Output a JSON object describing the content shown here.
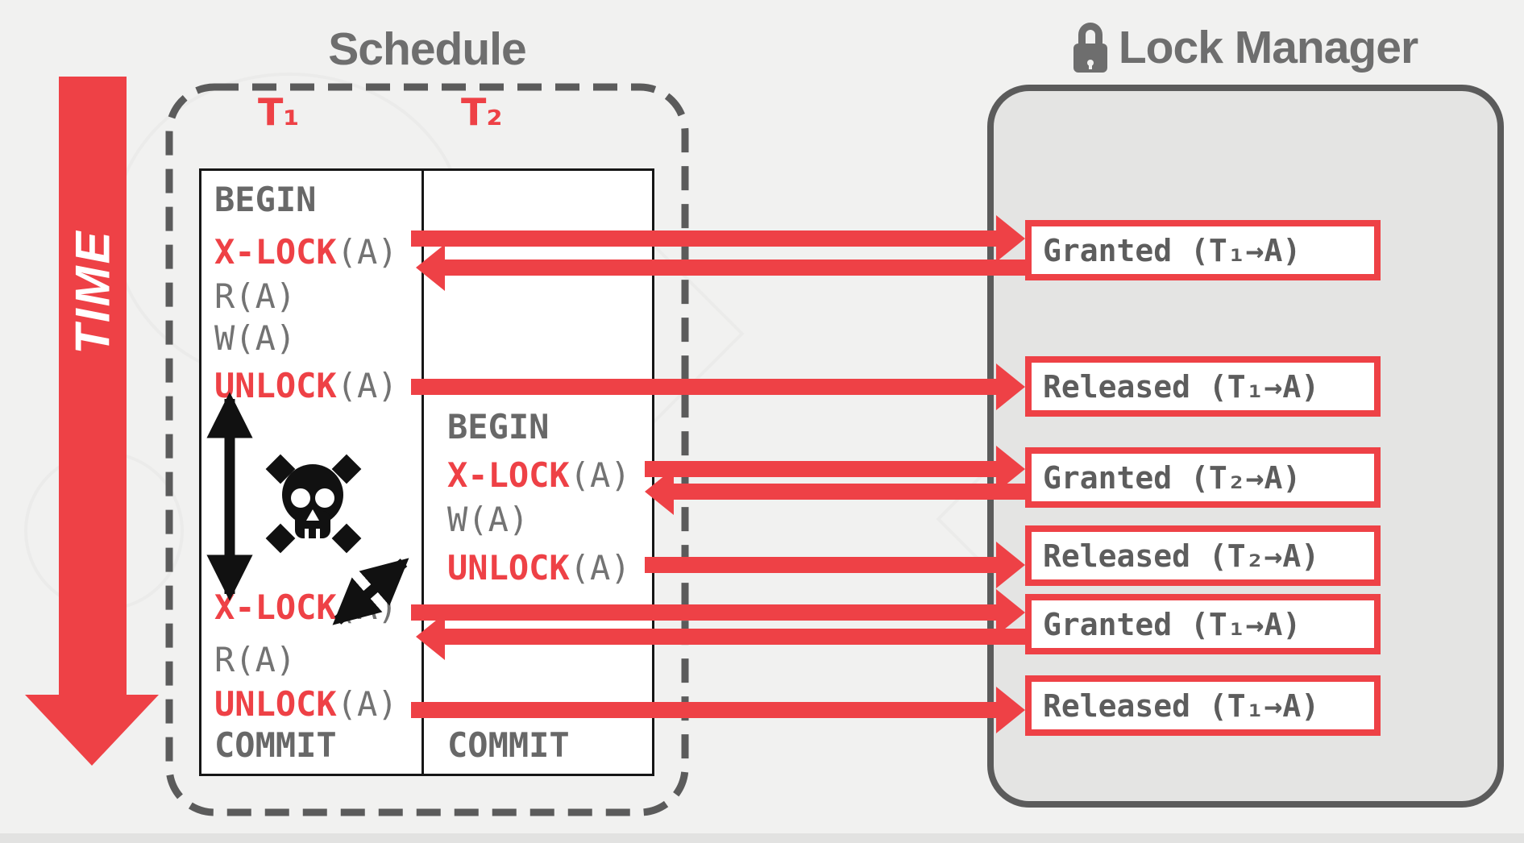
{
  "time_label": "TIME",
  "schedule": {
    "title": "Schedule",
    "t1_label": "T₁",
    "t2_label": "T₂",
    "t1_rows": [
      {
        "kw": "",
        "rest": "BEGIN"
      },
      {
        "kw": "X-LOCK",
        "rest": "(A)"
      },
      {
        "kw": "",
        "rest": "R(A)"
      },
      {
        "kw": "",
        "rest": "W(A)"
      },
      {
        "kw": "UNLOCK",
        "rest": "(A)"
      },
      {
        "kw": "X-LOCK",
        "rest": "(A)"
      },
      {
        "kw": "",
        "rest": "R(A)"
      },
      {
        "kw": "UNLOCK",
        "rest": "(A)"
      },
      {
        "kw": "",
        "rest": "COMMIT"
      }
    ],
    "t2_rows": [
      {
        "kw": "",
        "rest": "BEGIN"
      },
      {
        "kw": "X-LOCK",
        "rest": "(A)"
      },
      {
        "kw": "",
        "rest": "W(A)"
      },
      {
        "kw": "UNLOCK",
        "rest": "(A)"
      },
      {
        "kw": "",
        "rest": "COMMIT"
      }
    ]
  },
  "lock_manager": {
    "title": "Lock Manager",
    "entries": [
      {
        "label": "Granted (T₁→A)"
      },
      {
        "label": "Released (T₁→A)"
      },
      {
        "label": "Granted (T₂→A)"
      },
      {
        "label": "Released (T₂→A)"
      },
      {
        "label": "Granted (T₁→A)"
      },
      {
        "label": "Released (T₁→A)"
      }
    ]
  },
  "icons": {
    "lock": "lock-icon",
    "skull": "skull-hazard-icon",
    "time_arrow": "time-down-arrow",
    "conflict_arrows": "black-double-arrows"
  },
  "colors": {
    "accent_red": "#ee4146",
    "border_gray": "#5b5b5b",
    "title_gray": "#6e6e6e",
    "panel_fill": "#e4e4e3",
    "page_bg": "#f1f1f0"
  }
}
